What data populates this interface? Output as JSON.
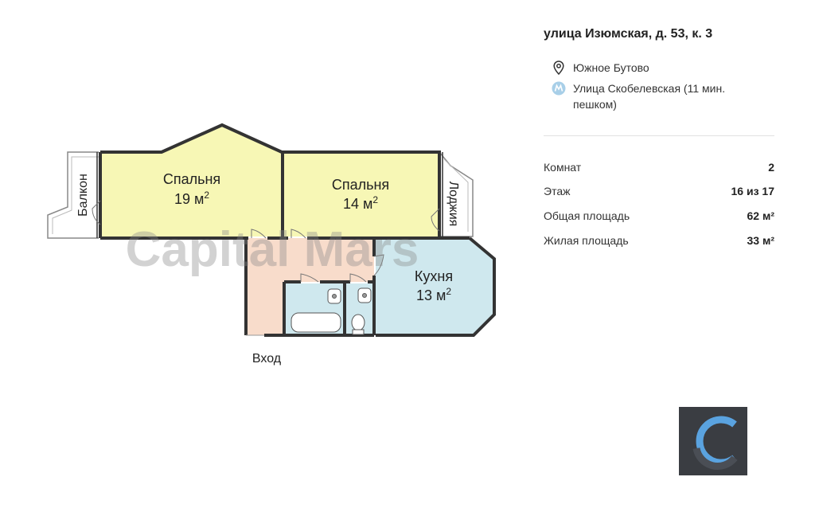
{
  "address": "улица Изюмская, д. 53, к. 3",
  "district": "Южное Бутово",
  "metro": {
    "line1": "Улица Скобелевская  (11 мин.",
    "line2": "пешком)"
  },
  "stats": [
    {
      "label": "Комнат",
      "value": "2"
    },
    {
      "label": "Этаж",
      "value": "16 из 17"
    },
    {
      "label": "Общая площадь",
      "value": "62 м²"
    },
    {
      "label": "Жилая площадь",
      "value": "33 м²"
    }
  ],
  "plan": {
    "bedroom1": {
      "name": "Спальня",
      "area": "19 м",
      "sup": "2"
    },
    "bedroom2": {
      "name": "Спальня",
      "area": "14 м",
      "sup": "2"
    },
    "kitchen": {
      "name": "Кухня",
      "area": "13 м",
      "sup": "2"
    },
    "balcony": "Балкон",
    "loggia": "Лоджия",
    "entrance": "Вход",
    "watermark": "Capital Mars"
  },
  "colors": {
    "bedroom": "#f7f7b5",
    "kitchen": "#cfe8ee",
    "bath": "#cfe8ee",
    "hall": "#f8dccb",
    "wall": "#333333",
    "logo_bg": "#3a3d42",
    "logo_blue": "#5aa3e0",
    "metro_icon": "#a8cfe8"
  },
  "icons": {
    "pin": "map-pin-icon",
    "metro": "metro-icon",
    "logo": "capital-mars-logo"
  }
}
